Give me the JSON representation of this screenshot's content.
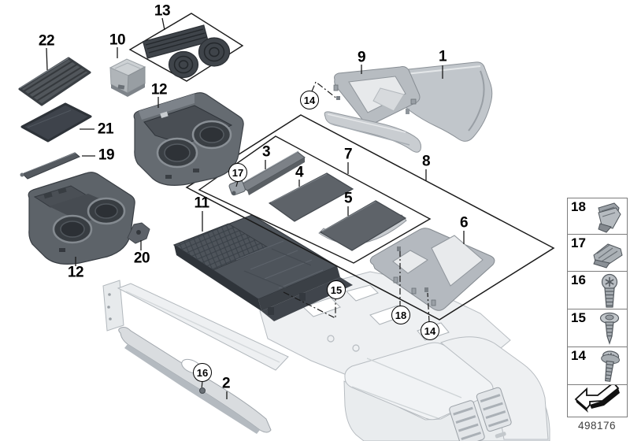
{
  "diagram": {
    "callouts": {
      "plain": {
        "n1": "1",
        "n2": "2",
        "n3": "3",
        "n4": "4",
        "n5": "5",
        "n6": "6",
        "n7": "7",
        "n8": "8",
        "n9": "9",
        "n10": "10",
        "n11": "11",
        "n12": "12",
        "n13": "13",
        "n19": "19",
        "n20": "20",
        "n21": "21",
        "n22": "22"
      },
      "circled": {
        "n14": "14",
        "n15": "15",
        "n16": "16",
        "n17": "17",
        "n18": "18"
      }
    },
    "colors": {
      "line": "#1a1a1a",
      "rubber_dark": "#41464c",
      "plastic_mid": "#60666c",
      "trim_silver": "#c1c6cb",
      "console_light": "#eef0f2"
    }
  },
  "legend": {
    "rows": [
      {
        "label": "18",
        "icon": "spring-clip-icon"
      },
      {
        "label": "17",
        "icon": "spring-clip-icon"
      },
      {
        "label": "16",
        "icon": "pan-head-screw-icon"
      },
      {
        "label": "15",
        "icon": "self-tapping-screw-icon"
      },
      {
        "label": "14",
        "icon": "flange-screw-icon"
      }
    ],
    "arrow_icon": "direction-of-travel-arrow-icon"
  },
  "footer": {
    "doc_number": "498176"
  }
}
